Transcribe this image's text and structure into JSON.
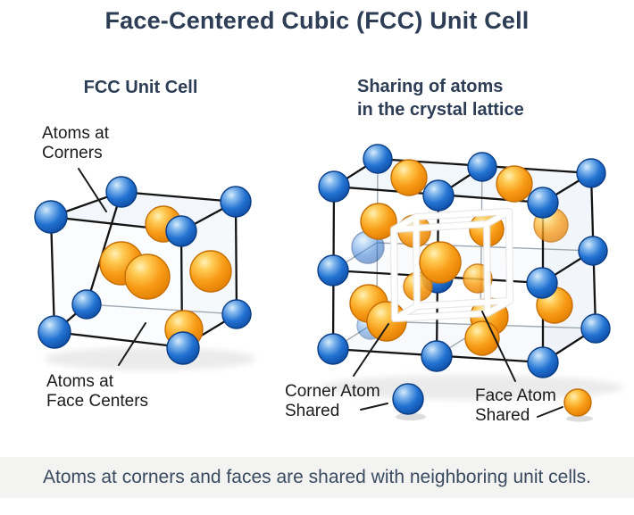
{
  "title": "Face-Centered Cubic (FCC) Unit Cell",
  "left_panel": {
    "heading": "FCC Unit Cell",
    "corners_label": {
      "line1": "Atoms at",
      "line2": "Corners"
    },
    "face_centers_label": {
      "line1": "Atoms at",
      "line2": "Face Centers"
    }
  },
  "right_panel": {
    "heading_line1": "Sharing of atoms",
    "heading_line2": "in the crystal lattice",
    "corner_atom_label": {
      "line1": "Corner Atom",
      "line2": "Shared"
    },
    "face_atom_label": {
      "line1": "Face Atom",
      "line2": "Shared"
    }
  },
  "caption": "Atoms at corners and faces are shared with neighboring unit cells.",
  "colors": {
    "title_navy": "#2C3D55",
    "label_black": "#1B1B1B",
    "atom_blue": "#1E6BCC",
    "atom_blue_dark": "#0B3D84",
    "atom_orange": "#F89C17",
    "atom_orange_dark": "#C66F04",
    "edge_line": "#141414",
    "unit_cell_outline": "#FFFFFF",
    "caption_band": "#F3F3F1",
    "caption_text": "#3A4B61"
  }
}
